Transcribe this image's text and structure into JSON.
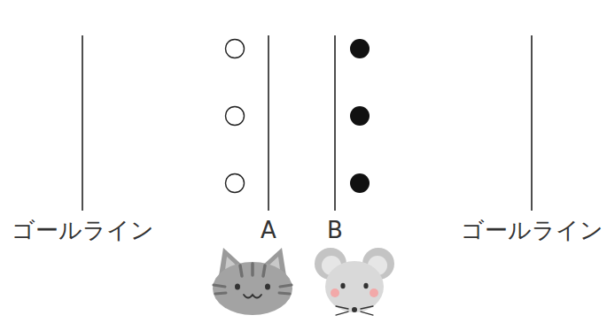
{
  "diagram": {
    "labels": [
      "ゴールライン",
      "A",
      "B",
      "ゴールライン"
    ]
  }
}
